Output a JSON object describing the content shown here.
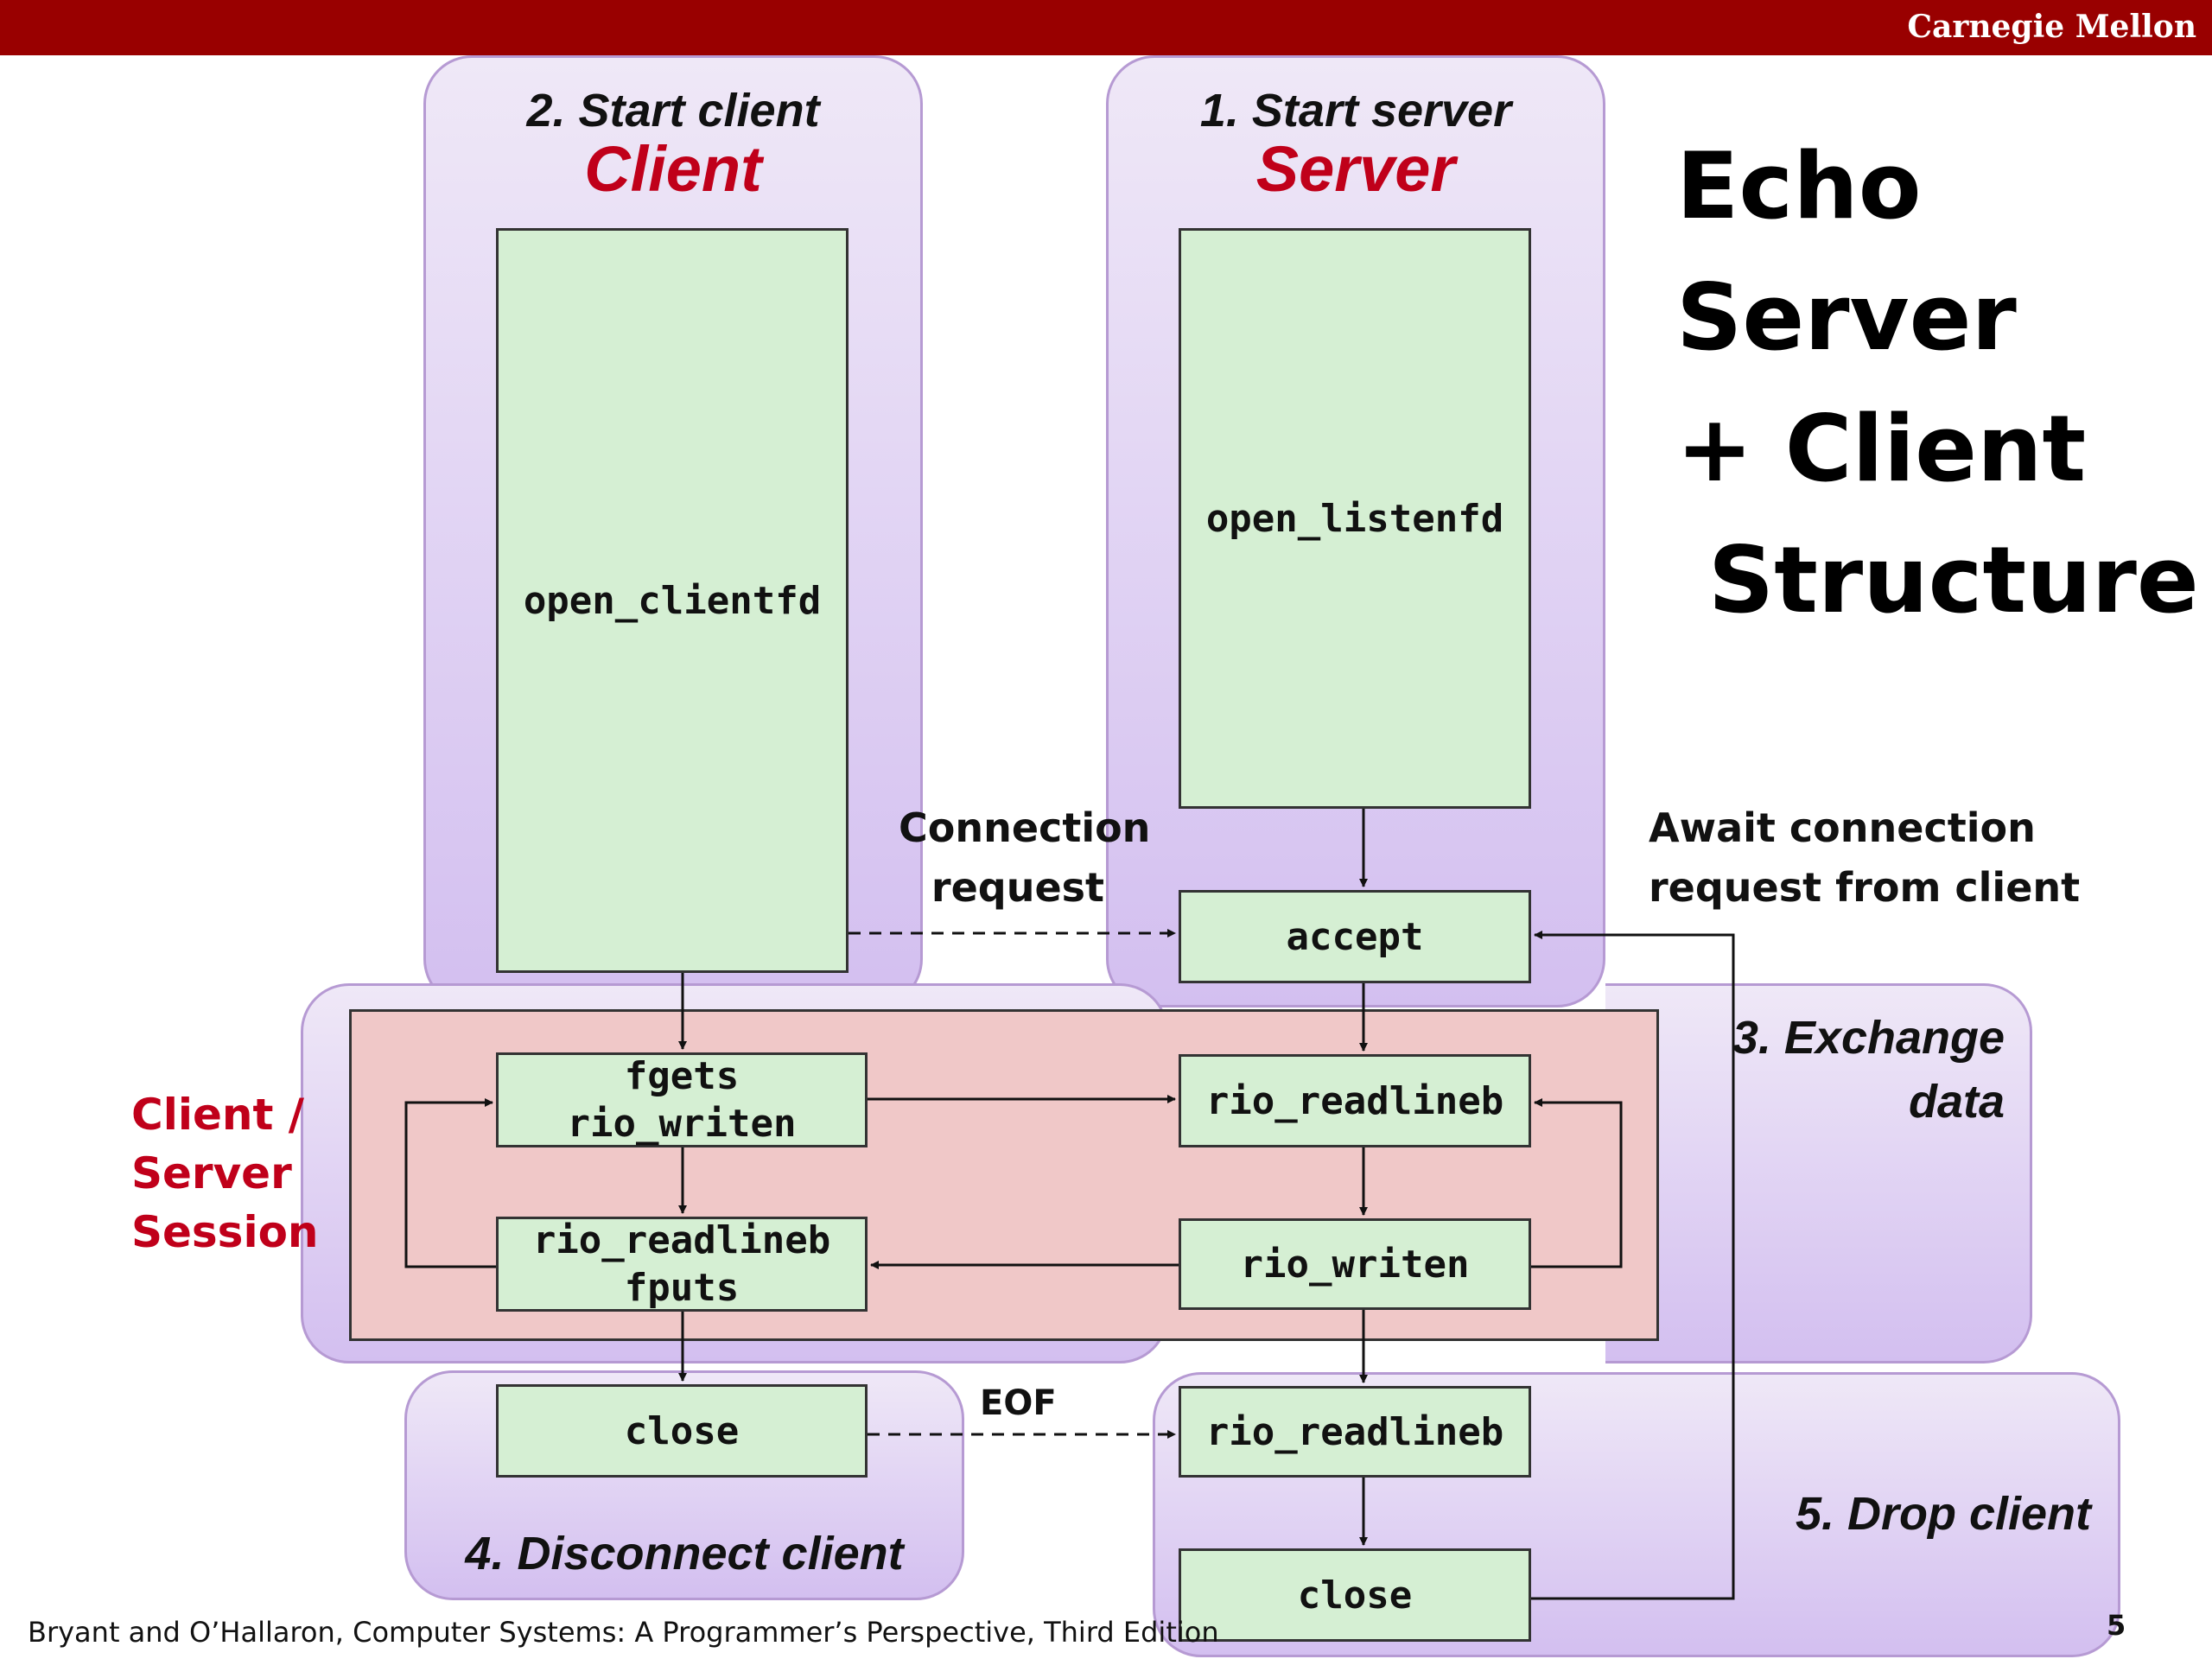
{
  "header": {
    "brand": "Carnegie Mellon"
  },
  "title": "Echo\nServer\n+ Client\n Structure",
  "panels": {
    "client": {
      "phase": "2. Start client",
      "role": "Client"
    },
    "server": {
      "phase": "1. Start server",
      "role": "Server"
    },
    "exchange": {
      "phase": "3. Exchange\ndata"
    },
    "disconnect": {
      "phase": "4. Disconnect client"
    },
    "drop": {
      "phase": "5. Drop client"
    }
  },
  "session_label": "Client /\nServer\nSession",
  "boxes": {
    "open_clientfd": "open_clientfd",
    "open_listenfd": "open_listenfd",
    "accept": "accept",
    "fgets": "fgets",
    "rio_writen_c": "rio_writen",
    "rio_readlineb_c": "rio_readlineb",
    "fputs": "fputs",
    "rio_readlineb_s": "rio_readlineb",
    "rio_writen_s": "rio_writen",
    "close_c": "close",
    "rio_readlineb_s2": "rio_readlineb",
    "close_s": "close"
  },
  "labels": {
    "connection_request": "Connection\nrequest",
    "await": "Await connection\nrequest from client",
    "eof": "EOF"
  },
  "footer": "Bryant and O’Hallaron, Computer Systems: A Programmer’s Perspective, Third Edition",
  "page_number": "5"
}
